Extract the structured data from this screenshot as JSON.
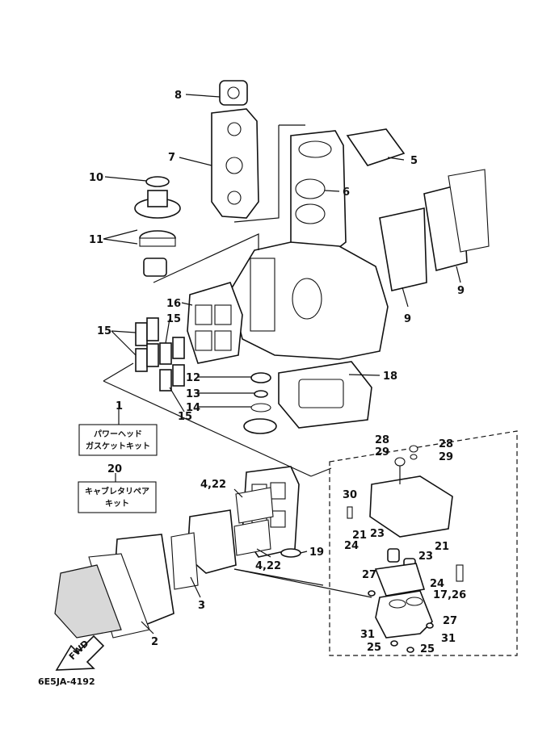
{
  "diagram": {
    "callouts": [
      {
        "id": "c8",
        "label": "8"
      },
      {
        "id": "c7",
        "label": "7"
      },
      {
        "id": "c10",
        "label": "10"
      },
      {
        "id": "c11",
        "label": "11"
      },
      {
        "id": "c5",
        "label": "5"
      },
      {
        "id": "c6",
        "label": "6"
      },
      {
        "id": "c9a",
        "label": "9"
      },
      {
        "id": "c9b",
        "label": "9"
      },
      {
        "id": "c16",
        "label": "16"
      },
      {
        "id": "c15a",
        "label": "15"
      },
      {
        "id": "c15b",
        "label": "15"
      },
      {
        "id": "c15c",
        "label": "15"
      },
      {
        "id": "c12",
        "label": "12"
      },
      {
        "id": "c13",
        "label": "13"
      },
      {
        "id": "c14",
        "label": "14"
      },
      {
        "id": "c18",
        "label": "18"
      },
      {
        "id": "c1",
        "label": "1"
      },
      {
        "id": "c20",
        "label": "20"
      },
      {
        "id": "c422a",
        "label": "4,22"
      },
      {
        "id": "c422b",
        "label": "4,22"
      },
      {
        "id": "c19",
        "label": "19"
      },
      {
        "id": "c3",
        "label": "3"
      },
      {
        "id": "c2",
        "label": "2"
      },
      {
        "id": "c28a",
        "label": "28"
      },
      {
        "id": "c29a",
        "label": "29"
      },
      {
        "id": "c28b",
        "label": "28"
      },
      {
        "id": "c29b",
        "label": "29"
      },
      {
        "id": "c30",
        "label": "30"
      },
      {
        "id": "c21a",
        "label": "21"
      },
      {
        "id": "c23a",
        "label": "23"
      },
      {
        "id": "c24a",
        "label": "24"
      },
      {
        "id": "c21b",
        "label": "21"
      },
      {
        "id": "c23b",
        "label": "23"
      },
      {
        "id": "c27a",
        "label": "27"
      },
      {
        "id": "c24b",
        "label": "24"
      },
      {
        "id": "c1726",
        "label": "17,26"
      },
      {
        "id": "c27b",
        "label": "27"
      },
      {
        "id": "c31a",
        "label": "31"
      },
      {
        "id": "c31b",
        "label": "31"
      },
      {
        "id": "c25a",
        "label": "25"
      },
      {
        "id": "c25b",
        "label": "25"
      }
    ],
    "kit_power_head": {
      "line1": "パワーヘッド",
      "line2": "ガスケットキット"
    },
    "kit_carburetor": {
      "line1": "キャブレタリペア",
      "line2": "キット"
    },
    "fwd_label": "FWD",
    "figure_code": "6E5JA-4192"
  }
}
